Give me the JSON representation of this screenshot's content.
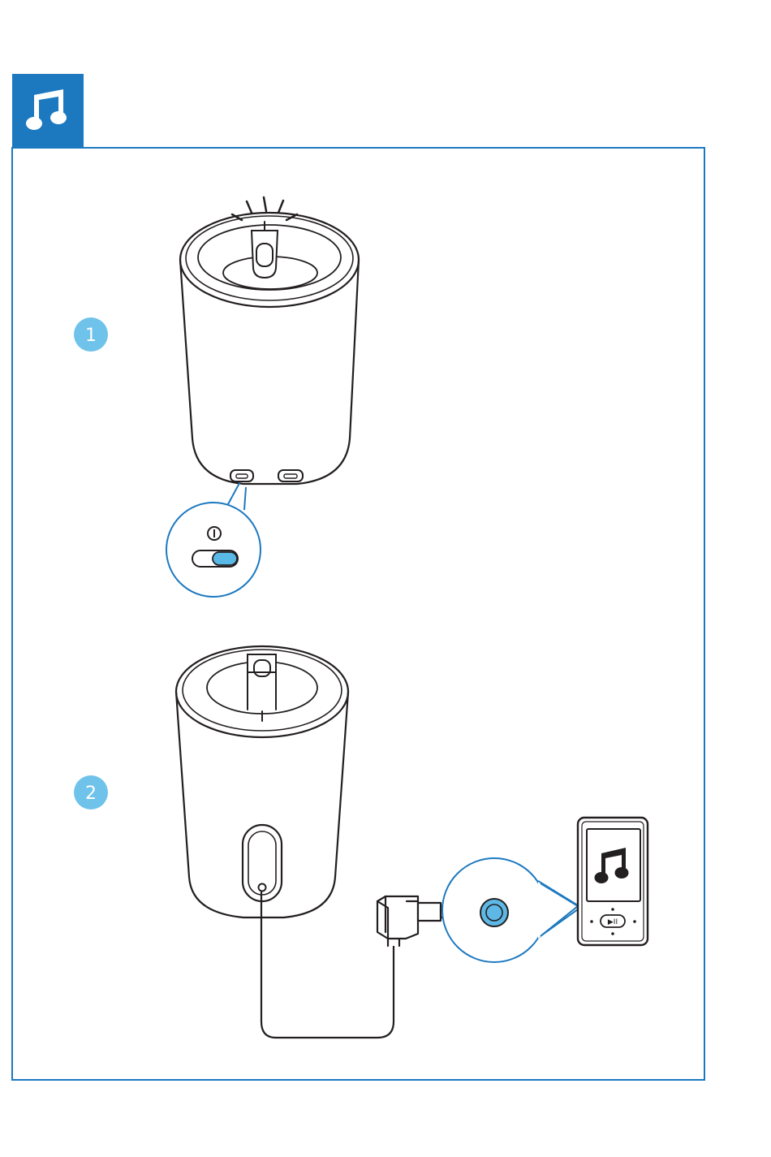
{
  "colors": {
    "accent": "#1c79c0",
    "step_circle": "#6fc3ea",
    "switch_fill": "#59b8e6",
    "jack_fill": "#5db8e6",
    "outline": "#231f20",
    "page_bg": "#ffffff"
  },
  "header": {
    "icon": "music-note-icon"
  },
  "steps": [
    {
      "number": "1",
      "illustration": "speaker-top-with-power-switch"
    },
    {
      "number": "2",
      "illustration": "speaker-back-with-audio-cable"
    }
  ],
  "power_switch": {
    "icon": "power-icon",
    "state": "on"
  },
  "player": {
    "screen_icon": "music-note-icon",
    "button_label": "▶II"
  }
}
